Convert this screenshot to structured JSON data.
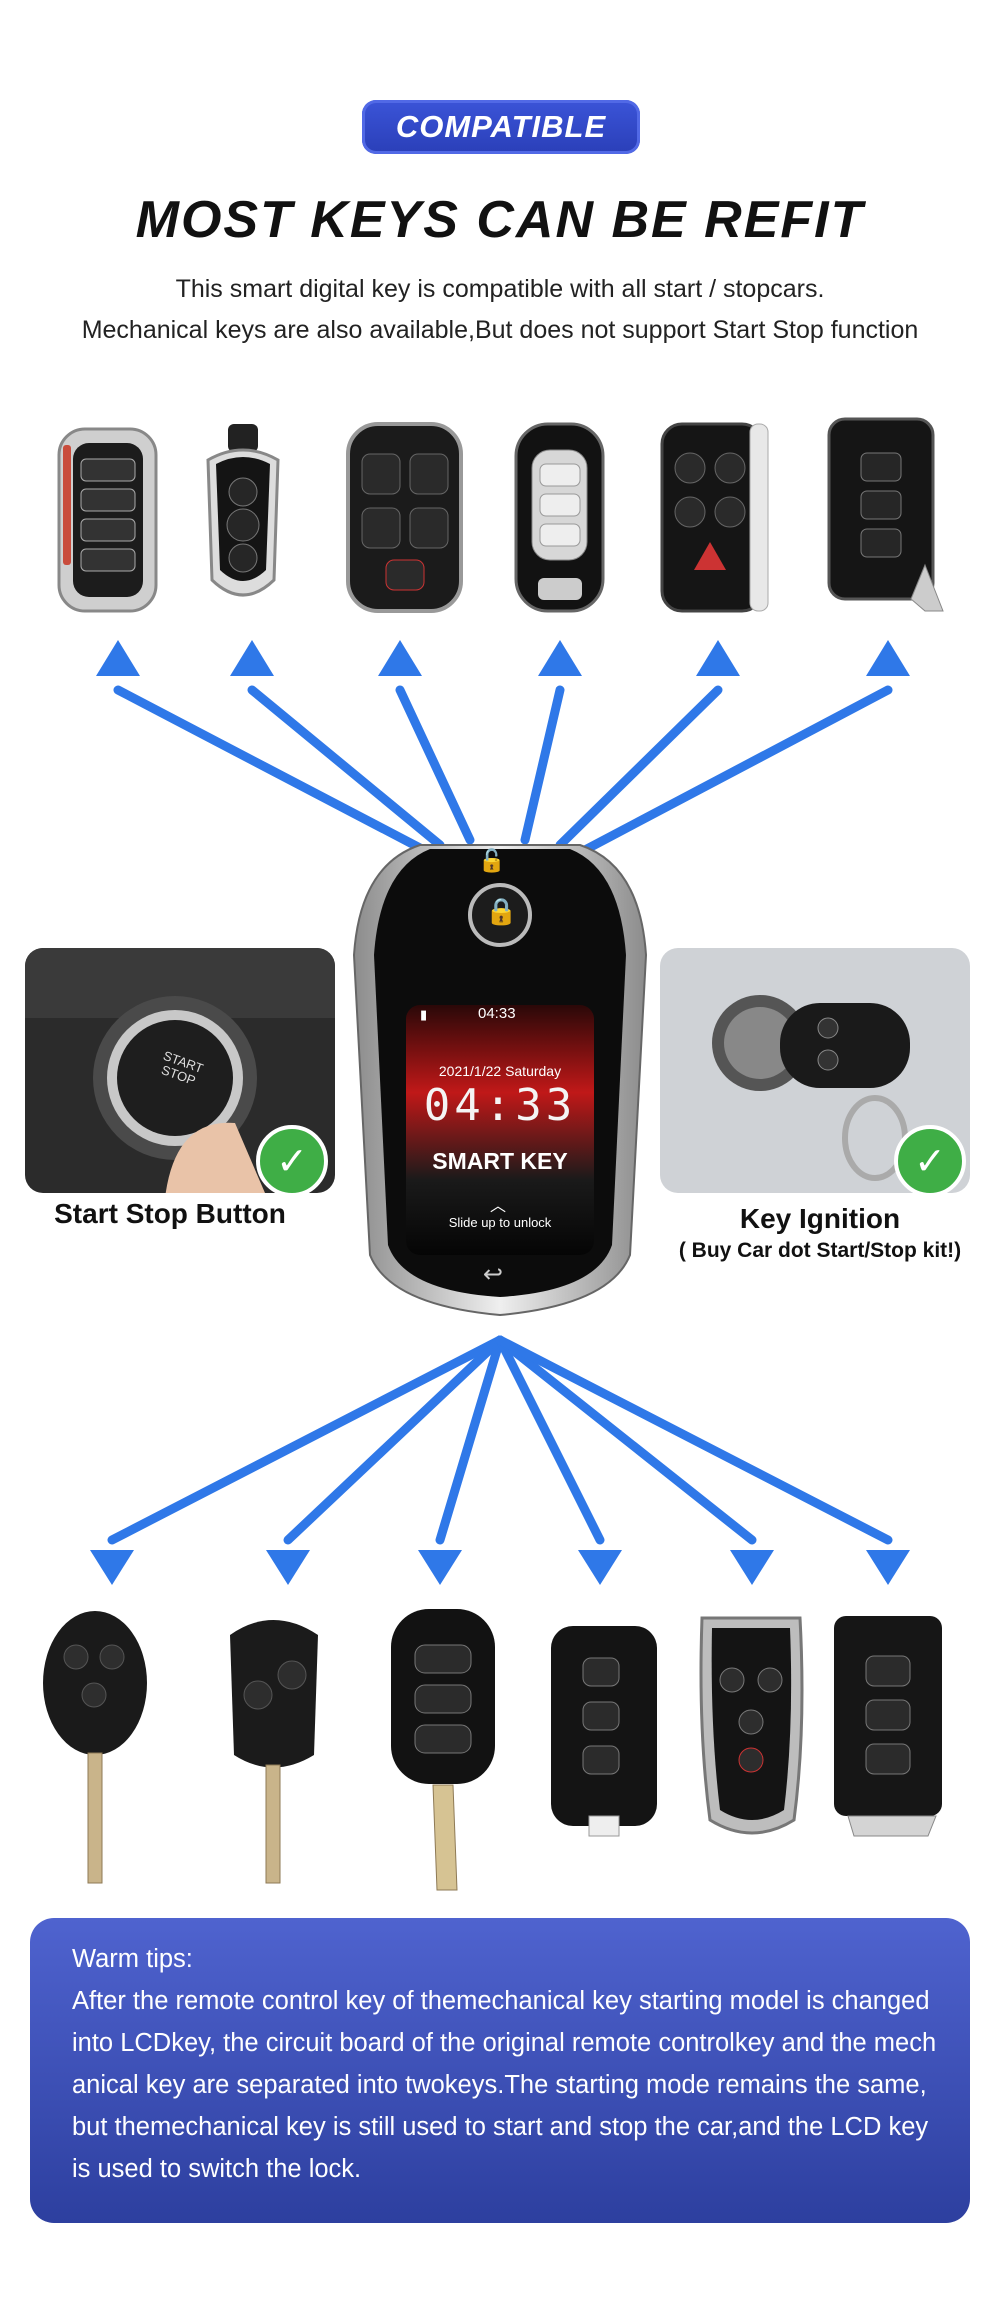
{
  "header": {
    "badge": "COMPATIBLE",
    "title": "MOST KEYS CAN BE REFIT",
    "subtitle_line1": "This smart digital key is compatible with all start / stopcars.",
    "subtitle_line2": "Mechanical keys are also available,But does not support Start Stop function"
  },
  "smart_key": {
    "time_small": "04:33",
    "date": "2021/1/22 Saturday",
    "time_large": "04:33",
    "label": "SMART KEY",
    "unlock_hint": "Slide up to unlock"
  },
  "left_feature": {
    "caption": "Start Stop Button",
    "button_text_1": "START",
    "button_text_2": "STOP"
  },
  "right_feature": {
    "caption": "Key Ignition",
    "note": "( Buy Car dot Start/Stop kit!)"
  },
  "warm_tips": {
    "heading": "Warm tips:",
    "lines": [
      "After the remote control key of themechanical key starting model is changed",
      "into LCDkey, the circuit board of the original remote controlkey and the mech",
      "anical key are separated into twokeys.The starting mode remains the same,",
      "but themechanical key is still used to start and stop the car,and the LCD key",
      "is used to switch the lock."
    ]
  },
  "colors": {
    "accent_blue": "#2f78e8",
    "badge": "#2a3fb8",
    "tips_bg": "#3c4fb8",
    "check_green": "#3fae46"
  }
}
